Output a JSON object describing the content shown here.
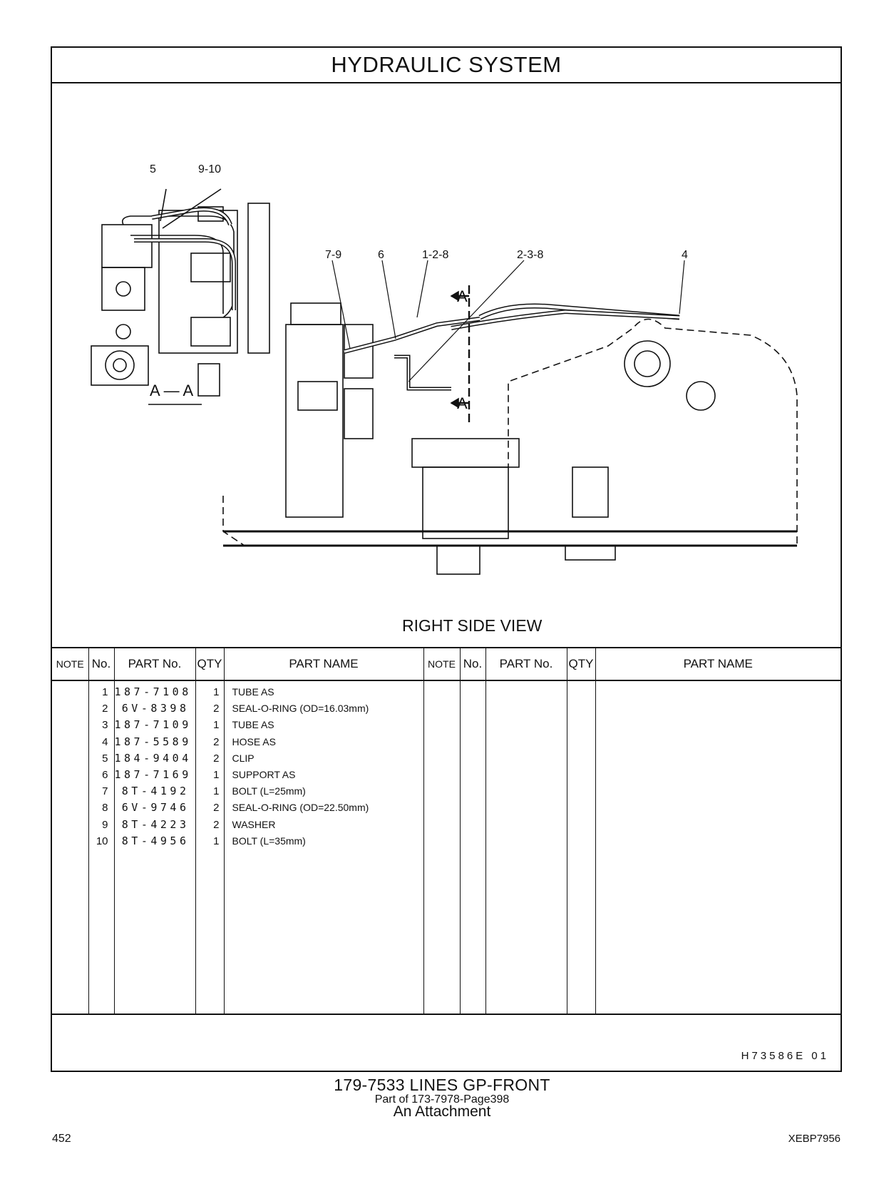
{
  "header": {
    "title": "HYDRAULIC   SYSTEM"
  },
  "figure": {
    "section_view_label": "A  —  A",
    "view_label": "RIGHT SIDE VIEW",
    "callouts": {
      "c5": "5",
      "c9_10": "9-10",
      "c7_9": "7-9",
      "c6": "6",
      "c1_2_8": "1-2-8",
      "c2_3_8": "2-3-8",
      "c4": "4",
      "sectionA_top": "A",
      "sectionA_bottom": "A"
    }
  },
  "table": {
    "headers": {
      "note": "NOTE",
      "no": "No.",
      "part_no": "PART No.",
      "qty": "QTY",
      "part_name": "PART NAME"
    },
    "rows": [
      {
        "no": "1",
        "part_no": "187-7108",
        "qty": "1",
        "name": "TUBE  AS"
      },
      {
        "no": "2",
        "part_no": "6V-8398",
        "qty": "2",
        "name": "SEAL-O-RING (OD=16.03mm)"
      },
      {
        "no": "3",
        "part_no": "187-7109",
        "qty": "1",
        "name": "TUBE  AS"
      },
      {
        "no": "4",
        "part_no": "187-5589",
        "qty": "2",
        "name": "HOSE  AS"
      },
      {
        "no": "5",
        "part_no": "184-9404",
        "qty": "2",
        "name": "CLIP"
      },
      {
        "no": "6",
        "part_no": "187-7169",
        "qty": "1",
        "name": "SUPPORT  AS"
      },
      {
        "no": "7",
        "part_no": "8T-4192",
        "qty": "1",
        "name": "BOLT (L=25mm)"
      },
      {
        "no": "8",
        "part_no": "6V-9746",
        "qty": "2",
        "name": "SEAL-O-RING (OD=22.50mm)"
      },
      {
        "no": "9",
        "part_no": "8T-4223",
        "qty": "2",
        "name": "WASHER"
      },
      {
        "no": "10",
        "part_no": "8T-4956",
        "qty": "1",
        "name": "BOLT (L=35mm)"
      }
    ]
  },
  "footer": {
    "drawing_code": "H73586E   01",
    "group_title": "179-7533   LINES  GP-FRONT",
    "part_of": "Part of 173-7978-Page398",
    "attachment": "An Attachment",
    "page_number": "452",
    "document_id": "XEBP7956"
  }
}
